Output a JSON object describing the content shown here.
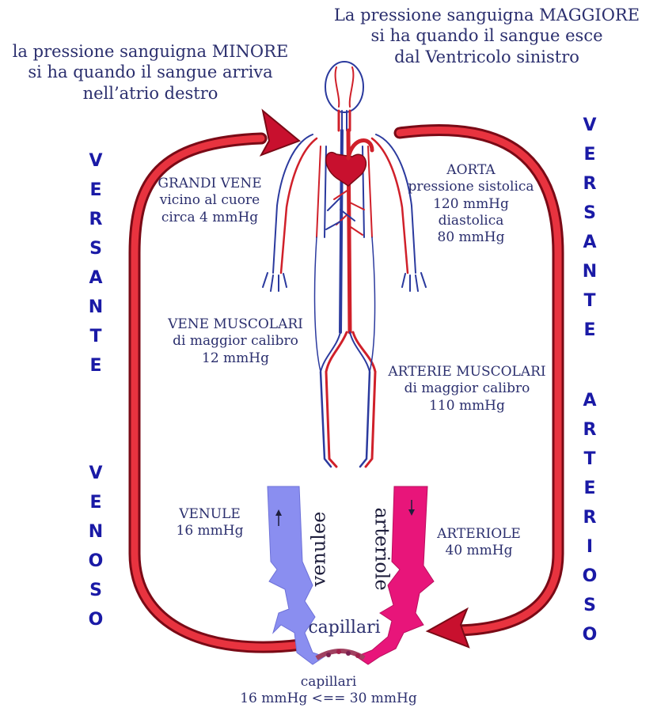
{
  "top_left_note": {
    "line1": "la pressione sanguigna MINORE",
    "line2": "si ha quando il sangue arriva",
    "line3": "nell’atrio destro"
  },
  "top_right_note": {
    "line1": "La pressione sanguigna MAGGIORE",
    "line2": "si ha quando il sangue esce",
    "line3": "dal Ventricolo sinistro"
  },
  "venous_side": {
    "word1": [
      "V",
      "E",
      "R",
      "S",
      "A",
      "N",
      "T",
      "E"
    ],
    "word2": [
      "V",
      "E",
      "N",
      "O",
      "S",
      "O"
    ]
  },
  "arterial_side": {
    "word1": [
      "V",
      "E",
      "R",
      "S",
      "A",
      "N",
      "T",
      "E"
    ],
    "word2": [
      "A",
      "R",
      "T",
      "E",
      "R",
      "I",
      "O",
      "S",
      "O"
    ]
  },
  "great_veins": {
    "title": "GRANDI VENE",
    "line2": "vicino al cuore",
    "line3": "circa 4 mmHg"
  },
  "aorta": {
    "title": "AORTA",
    "line2": "pressione sistolica",
    "line3": "120 mmHg",
    "line4": "diastolica",
    "line5": "80 mmHg"
  },
  "muscular_veins": {
    "title": "VENE MUSCOLARI",
    "line2": "di maggior calibro",
    "line3": "12 mmHg"
  },
  "muscular_arteries": {
    "title": "ARTERIE MUSCOLARI",
    "line2": "di maggior calibro",
    "line3": "110 mmHg"
  },
  "venules": {
    "title": "VENULE",
    "value": "16 mmHg",
    "vessel_label": "venulee"
  },
  "arterioles": {
    "title": "ARTERIOLE",
    "value": "40 mmHg",
    "vessel_label": "arteriole"
  },
  "capillaries": {
    "vessel_label": "capillari",
    "bottom_title": "capillari",
    "bottom_value": "16 mmHg <== 30 mmHg"
  },
  "colors": {
    "loop_red": "#c8102e",
    "vein_blue": "#8a8ef0",
    "artery_pink": "#e8157a",
    "text_navy": "#2b2f6e",
    "side_letters": "#1a1aa6"
  }
}
